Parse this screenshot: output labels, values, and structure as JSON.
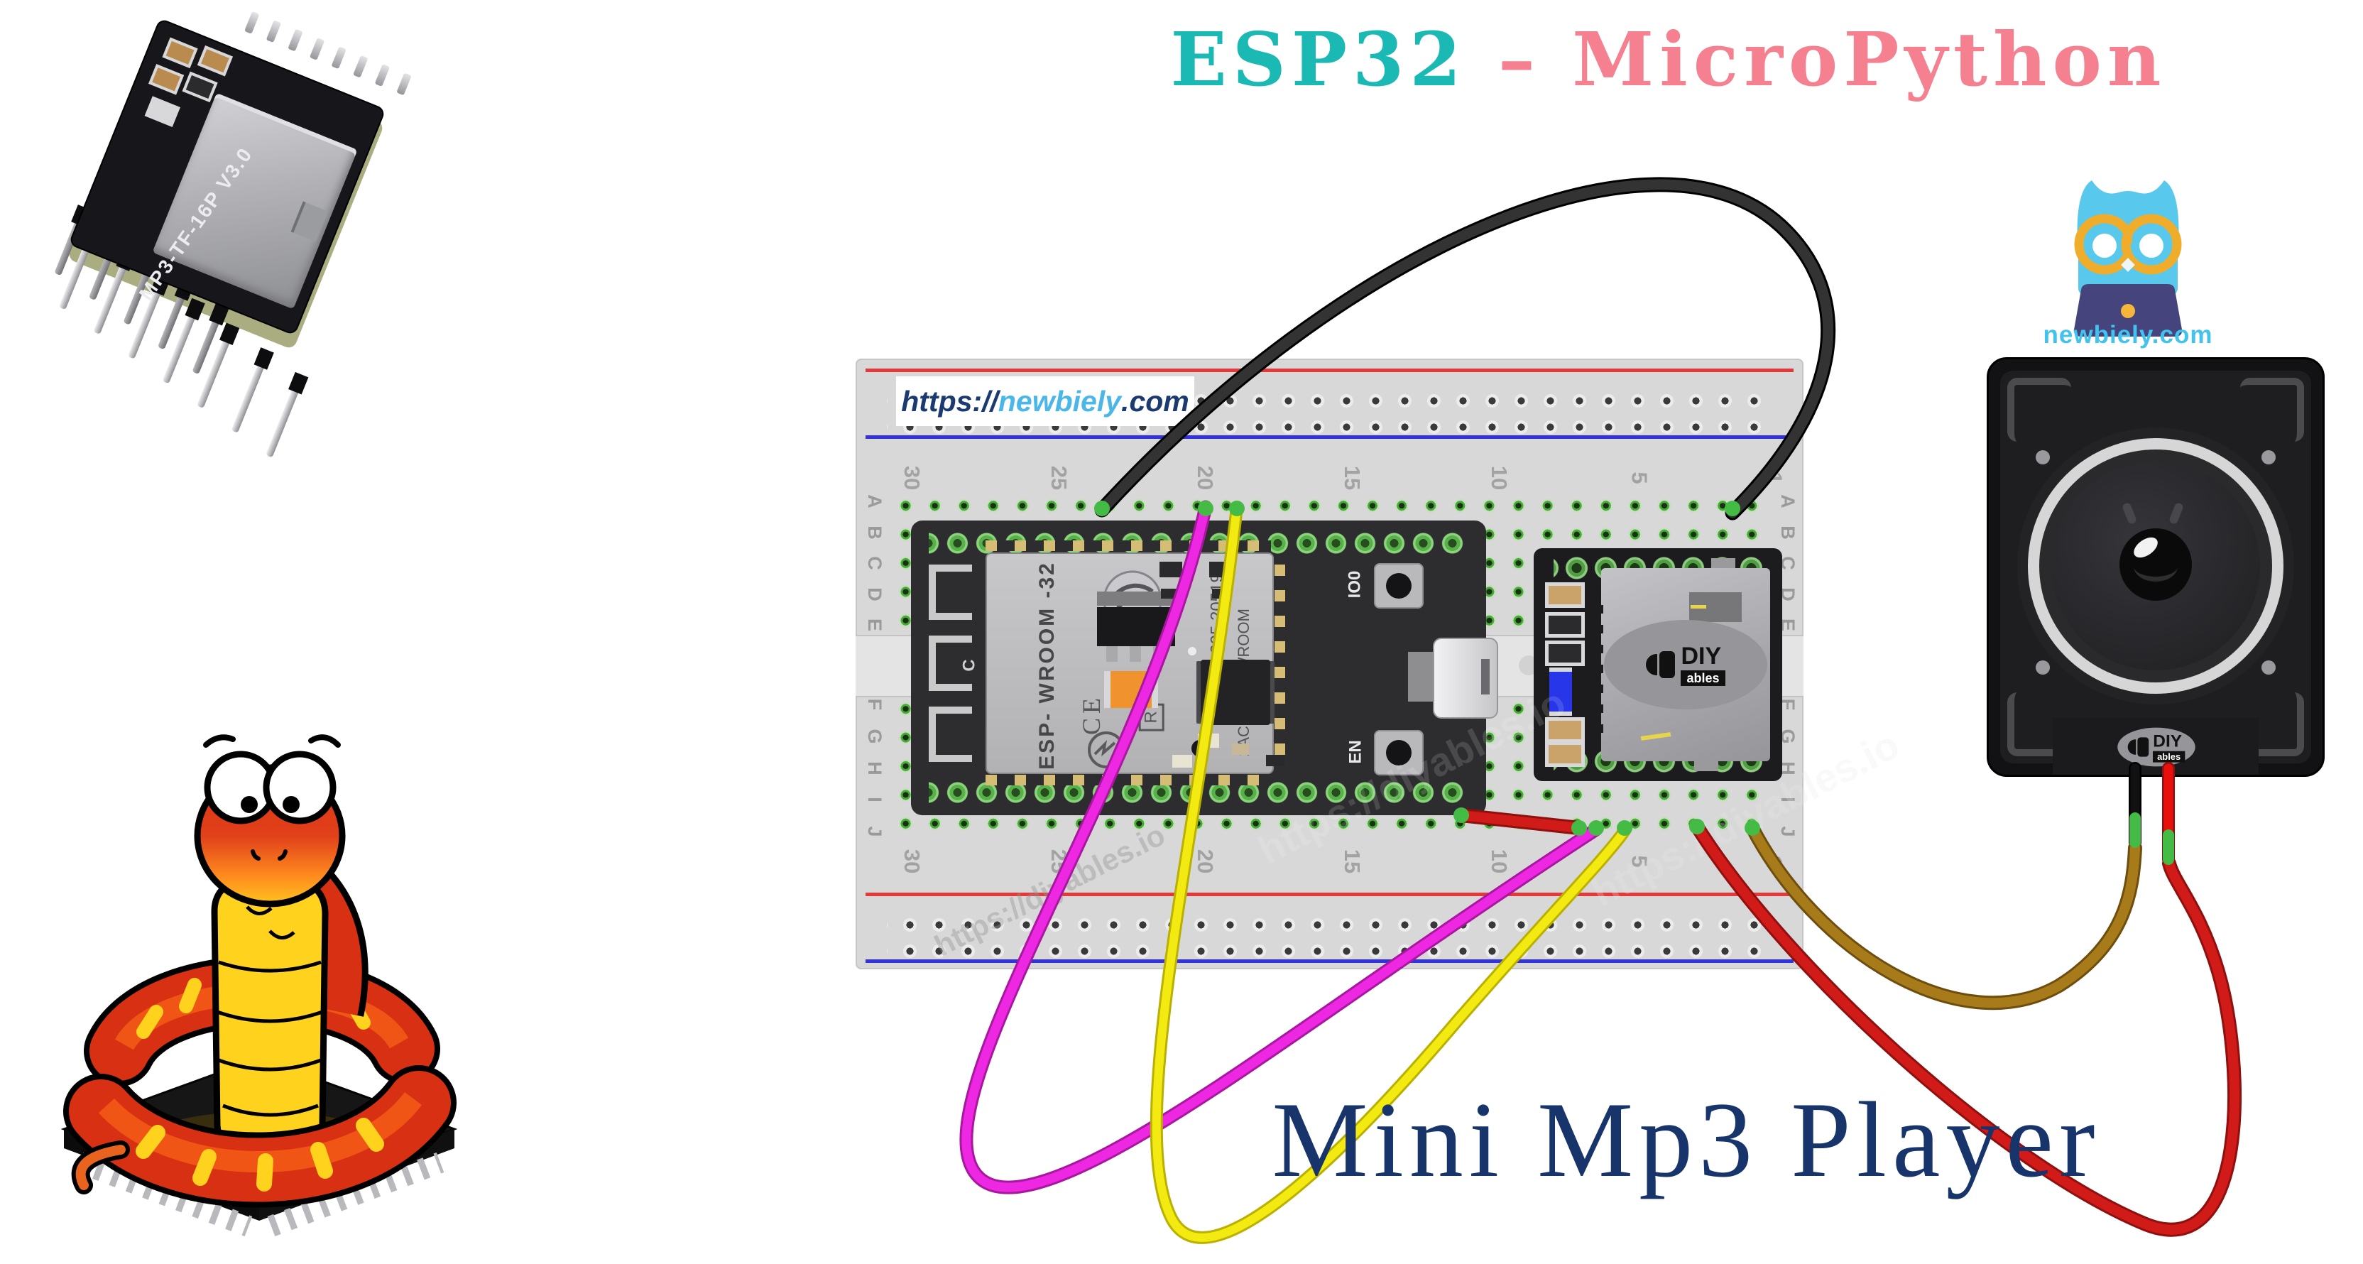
{
  "title": {
    "part1": "ESP32 ",
    "part2": "– MicroPython",
    "part1_color": "#1bb9b4",
    "part2_color": "#f5808f"
  },
  "caption": {
    "text": "Mini Mp3 Player",
    "color": "#17356a"
  },
  "brand": {
    "name": "newbiely.com",
    "color": "#41c3ee"
  },
  "board_label": {
    "protocol": "https://",
    "site": "newbiely",
    "tld": ".com",
    "protocol_color": "#1b3a70",
    "site_color": "#4ab7e8"
  },
  "watermark": {
    "text": "https://diyables.io"
  },
  "breadboard": {
    "letters_top": [
      "A",
      "B",
      "C",
      "D",
      "E"
    ],
    "letters_bottom": [
      "F",
      "G",
      "H",
      "I",
      "J"
    ],
    "numbers": [
      "30",
      "25",
      "20",
      "15",
      "10",
      "5",
      "1"
    ]
  },
  "esp32": {
    "module_name": "ESP- WROOM -32",
    "module_code": "2AC72-ESPWROOM",
    "serial": "205 20519",
    "ce_mark": "CE",
    "reg_mark": "R",
    "pcb_mark": "C",
    "boot_button": "IO0",
    "reset_button": "EN"
  },
  "mp3_photo": {
    "label": "MP3-TF-16P V3.0"
  },
  "diyables": {
    "diy": "DIY",
    "ables": "ables"
  },
  "wires": {
    "black": "#333333",
    "magenta": "#ee28e2",
    "yellow": "#f3ea12",
    "red": "#d01b18",
    "brown": "#a87b1a",
    "speaker_black": "#111111",
    "speaker_red": "#e8100c",
    "connector_green": "#44bb44"
  }
}
